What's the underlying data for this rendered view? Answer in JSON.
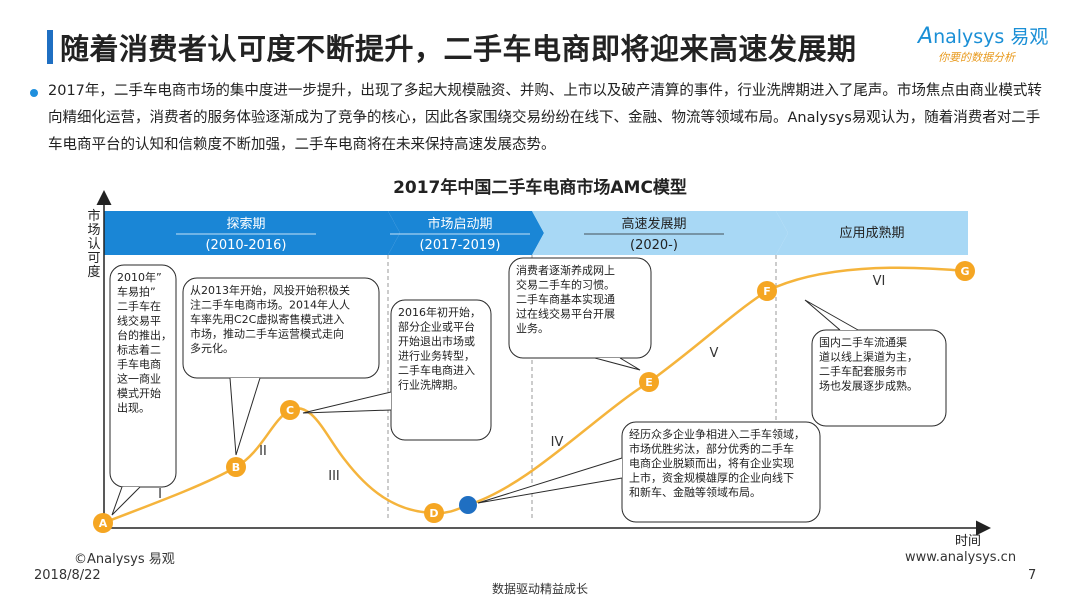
{
  "header": {
    "title": "随着消费者认可度不断提升，二手车电商即将迎来高速发展期",
    "logo_brand": "nalysys 易观",
    "logo_letter": "A",
    "logo_tagline": "你要的数据分析"
  },
  "body": {
    "paragraph": "2017年，二手车电商市场的集中度进一步提升，出现了多起大规模融资、并购、上市以及破产清算的事件，行业洗牌期进入了尾声。市场焦点由商业模式转向精细化运营，消费者的服务体验逐渐成为了竞争的核心，因此各家围绕交易纷纷在线下、金融、物流等领域布局。Analysys易观认为，随着消费者对二手车电商平台的认知和信赖度不断加强，二手车电商将在未来保持高速发展态势。"
  },
  "chart_data": {
    "type": "line",
    "title": "2017年中国二手车电商市场AMC模型",
    "xlabel": "时间",
    "ylabel": "市场认可度",
    "phases": [
      {
        "name": "探索期",
        "period": "(2010-2016)"
      },
      {
        "name": "市场启动期",
        "period": "(2017-2019)"
      },
      {
        "name": "高速发展期",
        "period": "(2020-)"
      },
      {
        "name": "应用成熟期",
        "period": ""
      }
    ],
    "points": [
      {
        "label": "A"
      },
      {
        "label": "B"
      },
      {
        "label": "C"
      },
      {
        "label": "D"
      },
      {
        "label": ""
      },
      {
        "label": "E"
      },
      {
        "label": "F"
      },
      {
        "label": "G"
      }
    ],
    "stages": [
      "I",
      "II",
      "III",
      "IV",
      "V",
      "VI"
    ],
    "annotations": [
      "2010年”\n车易拍”\n二手车在\n线交易平\n台的推出，\n标志着二\n手车电商\n这一商业\n模式开始\n出现。",
      "从2013年开始，风投开始积极关\n注二手车电商市场。2014年人人\n车率先用C2C虚拟寄售模式进入\n市场，推动二手车运营模式走向\n多元化。",
      "2016年初开始，\n部分企业或平台\n开始退出市场或\n进行业务转型，\n二手车电商进入\n行业洗牌期。",
      "消费者逐渐养成网上\n交易二手车的习惯。\n二手车商基本实现通\n过在线交易平台开展\n业务。",
      "经历众多企业争相进入二手车领域，\n市场优胜劣汰，部分优秀的二手车\n电商企业脱颖而出，将有企业实现\n上市，资金规模雄厚的企业向线下\n和新车、金融等领域布局。",
      "国内二手车流通渠\n道以线上渠道为主，\n二手车配套服务市\n场也发展逐步成熟。"
    ],
    "colors": {
      "curve": "#f5b43c",
      "point": "#f5a623",
      "current": "#1f6fc2",
      "phase_dark": "#1a86d6",
      "phase_light": "#a8d8f5"
    }
  },
  "footer": {
    "copyright": "©Analysys 易观",
    "date": "2018/8/22",
    "slogan": "数据驱动精益成长",
    "url": "www.analysys.cn",
    "page": "7"
  }
}
